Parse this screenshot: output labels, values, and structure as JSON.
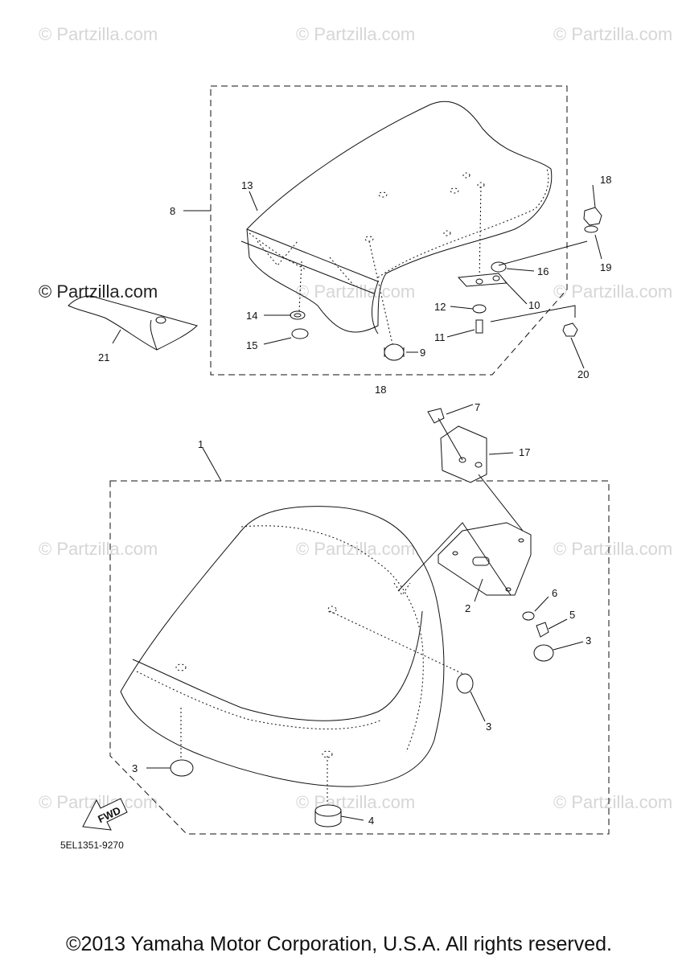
{
  "watermark": "© Partzilla.com",
  "diagram_code": "5EL1351-9270",
  "fwd_label": "FWD",
  "copyright": "©2013 Yamaha Motor Corporation, U.S.A. All rights reserved.",
  "callouts": {
    "c1": "1",
    "c2": "2",
    "c3a": "3",
    "c3b": "3",
    "c3c": "3",
    "c4": "4",
    "c5": "5",
    "c6": "6",
    "c7": "7",
    "c8": "8",
    "c9": "9",
    "c10": "10",
    "c11": "11",
    "c12": "12",
    "c13": "13",
    "c14": "14",
    "c15": "15",
    "c16": "16",
    "c17": "17",
    "c18a": "18",
    "c18b": "18",
    "c19": "19",
    "c20": "20",
    "c21": "21"
  }
}
